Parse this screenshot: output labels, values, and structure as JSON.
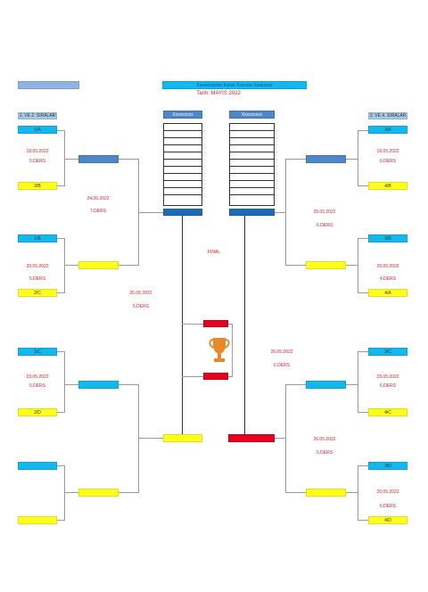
{
  "header": {
    "banner_text": "Xxxxxxxxxxx Xxxxx Xxxxxxx Xxxxxxxx",
    "date_text": "Tarih: MAYIS 2022"
  },
  "groups": {
    "left_title": "1. VE 2. SIRALAR",
    "right_title": "3. VE 4. SIRALAR",
    "col_left": "Xxxxxxxxx",
    "col_right": "Xxxxxxxxx"
  },
  "left": {
    "m1": {
      "top": "1/A",
      "bottom": "2/B",
      "date": "18.05.2022",
      "time": "5.DERS"
    },
    "m2": {
      "top": "1/B",
      "bottom": "2/C",
      "date": "20.05.2022",
      "time": "5.DERS"
    },
    "m3": {
      "top": "1/C",
      "bottom": "2/D",
      "date": "23.05.2022",
      "time": "5.DERS"
    },
    "s1": {
      "date": "24.05.2022",
      "time": "7.DERS"
    },
    "s2": {
      "date": "26.05.2022",
      "time": "5.DERS"
    }
  },
  "right": {
    "m1": {
      "top": "3/A",
      "bottom": "4/B",
      "date": "18.05.2022",
      "time": "6.DERS"
    },
    "m2": {
      "top": "3/B",
      "bottom": "4/A",
      "date": "20.05.2022",
      "time": "4.DERS"
    },
    "m3": {
      "top": "3/C",
      "bottom": "4/C",
      "date": "23.05.2022",
      "time": "6.DERS"
    },
    "m4": {
      "top": "3/D",
      "bottom": "4/D",
      "date": "20.05.2022",
      "time": "6.DERS"
    },
    "s1": {
      "date": "25.05.2022",
      "time": "6.DERS"
    },
    "s2": {
      "date": "26.05.2022",
      "time": "5.DERS"
    }
  },
  "final": {
    "label": "FİNAL",
    "date": "26.05.2022",
    "time": "6.DERS"
  },
  "colors": {
    "team": "#12b8f0",
    "winner": "#ffff1a",
    "round": "#4d86c9",
    "final": "#e8001c",
    "trophy": "#e8882a"
  },
  "icons": {
    "trophy": "trophy-icon"
  }
}
